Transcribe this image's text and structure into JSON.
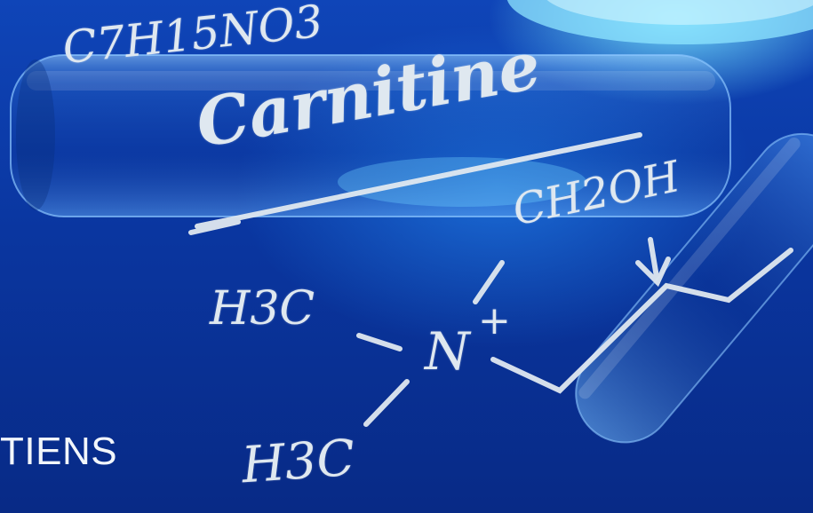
{
  "scene": {
    "formula_top": "C7H15NO3",
    "title": "Carnitine",
    "group_ch2oh": "CH2OH",
    "group_h3c_upper": "H3C",
    "group_h3c_lower": "H3C",
    "nitrogen": "N",
    "charge": "+",
    "brand_text": "TIENS"
  },
  "colors": {
    "background": "#0a36a0",
    "glow": "#2896ff",
    "chalk": "#dfe8f0"
  }
}
